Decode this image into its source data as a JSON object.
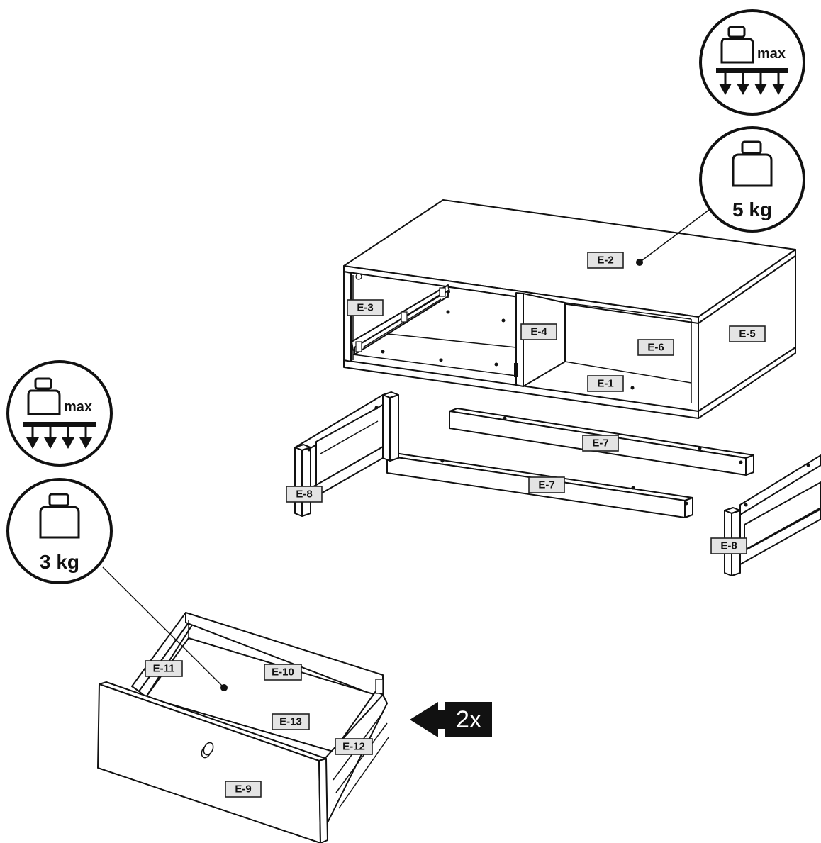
{
  "labels": {
    "cabinet_top": "E-2",
    "cabinet_left_side": "E-3",
    "cabinet_divider": "E-4",
    "cabinet_right_side": "E-5",
    "cabinet_back": "E-6",
    "cabinet_bottom": "E-1",
    "rail_back": "E-7",
    "rail_front": "E-7",
    "leg_frame_left": "E-8",
    "leg_frame_right": "E-8",
    "drawer_side_left": "E-11",
    "drawer_back": "E-10",
    "drawer_bottom": "E-13",
    "drawer_side_right": "E-12",
    "drawer_front": "E-9"
  },
  "weight_badges": {
    "top": {
      "max_text": "max",
      "load_text": "5 kg"
    },
    "drawer": {
      "max_text": "max",
      "load_text": "3 kg"
    }
  },
  "multiplier": {
    "text": "2x"
  },
  "icons": [
    "weight-icon",
    "down-arrows-icon",
    "left-arrow-icon",
    "drawer-knob-icon"
  ]
}
